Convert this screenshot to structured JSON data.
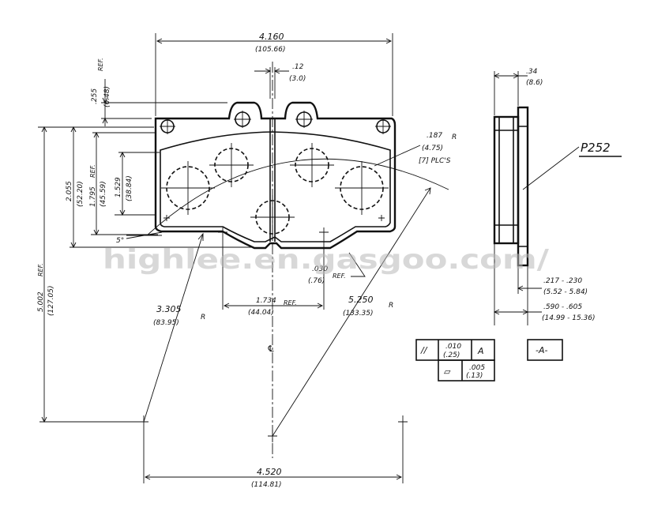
{
  "part_number": "P252",
  "watermark": "highlee.en.gasgoo.com/",
  "centerline_symbol": "℄",
  "dimensions": {
    "overall_width": "4.160",
    "overall_width_mm": "(105.66)",
    "center_gap": ".12",
    "center_gap_mm": "(3.0)",
    "tab_height": ".255",
    "tab_height_mm": "(6.48)",
    "tab_height_ref": "REF.",
    "corner_radius": ".187",
    "corner_radius_r": "R",
    "corner_radius_mm": "(4.75)",
    "corner_radius_count": "[7] PLC'S",
    "height_2055": "2.055",
    "height_2055_mm": "(52.20)",
    "height_1795": "1.795",
    "height_1795_ref": "REF.",
    "height_1795_mm": "(45.59)",
    "height_1529": "1.529",
    "height_1529_mm": "(38.84)",
    "angle": "5°",
    "radius_center_offset": "5.002",
    "radius_center_offset_ref": "REF.",
    "radius_center_offset_mm": "(127.05)",
    "notch_depth": ".030",
    "notch_depth_ref": "REF.",
    "notch_depth_mm": "(.76)",
    "small_radius": "3.305",
    "small_radius_mm": "(83.95)",
    "small_radius_r": "R",
    "notch_width": "1.734",
    "notch_width_ref": "REF.",
    "notch_width_mm": "(44.04)",
    "large_radius": "5.250",
    "large_radius_mm": "(133.35)",
    "large_radius_r": "R",
    "center_spacing": "4.520",
    "center_spacing_mm": "(114.81)",
    "backplate_thickness": ".34",
    "backplate_thickness_mm": "(8.6)",
    "lining_thickness": ".217 - .230",
    "lining_thickness_mm": "(5.52 - 5.84)",
    "total_thickness": ".590 - .605",
    "total_thickness_mm": "(14.99 - 15.36)"
  },
  "tolerances": {
    "parallelism_symbol": "//",
    "parallelism_value": ".010",
    "parallelism_value_mm": "(.25)",
    "parallelism_datum": "A",
    "flatness_symbol": "▱",
    "flatness_value": ".005",
    "flatness_value_mm": "(.13)",
    "datum_label": "-A-"
  }
}
